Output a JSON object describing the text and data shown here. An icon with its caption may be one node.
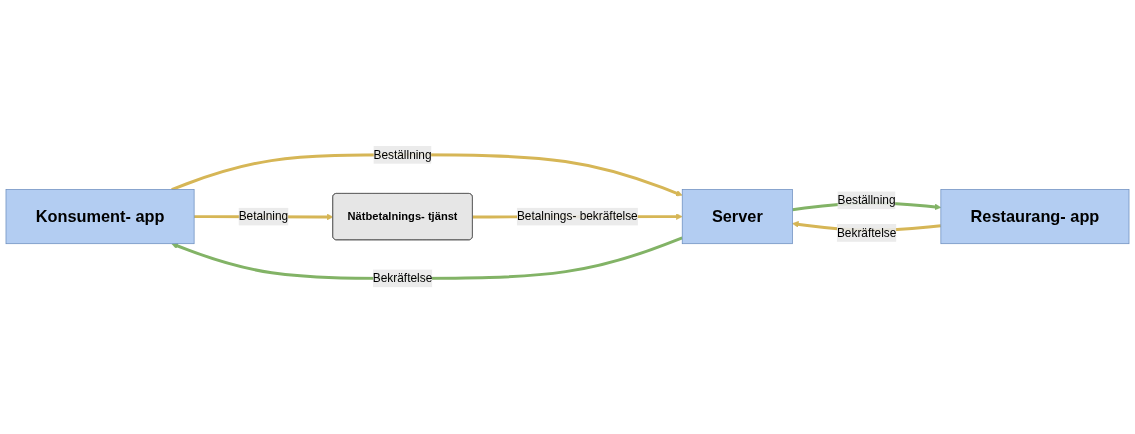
{
  "diagram": {
    "nodes": [
      {
        "text": [
          "Konsument- app"
        ]
      },
      {
        "text": [
          "Nätbetalnings- tjänst"
        ]
      },
      {
        "text": [
          "Server"
        ]
      },
      {
        "text": [
          "Restaurang- app"
        ]
      }
    ],
    "edges": [
      {
        "from": 0,
        "to": 2,
        "arrow": "to",
        "label": "Beställning"
      },
      {
        "from": 0,
        "to": 1,
        "arrow": "to",
        "label": "Betalning"
      },
      {
        "from": 1,
        "to": 2,
        "arrow": "to",
        "label": "Betalnings- bekräftelse"
      },
      {
        "from": 2,
        "to": 3,
        "arrow": "to",
        "label": "Beställning",
        "color": "#82b366"
      },
      {
        "from": 3,
        "to": 2,
        "arrow": "to",
        "label": "Bekräftelse"
      },
      {
        "from": 2,
        "to": 0,
        "arrow": "to",
        "label": "Bekräftelse",
        "color": "#82b366"
      }
    ]
  }
}
